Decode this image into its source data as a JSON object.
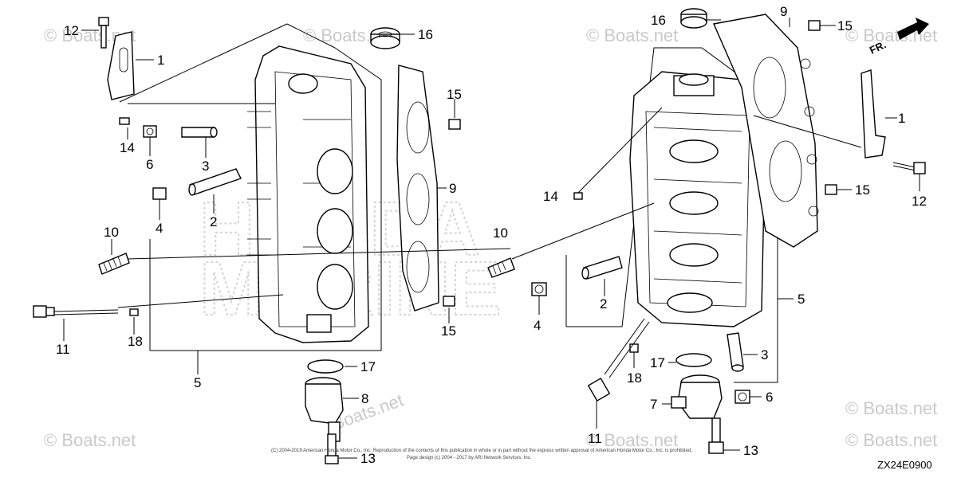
{
  "diagram_code": "ZX24E0900",
  "watermark_text": "© Boats.net",
  "watermark_short": "Boats.net",
  "brand_watermark": [
    "HONDA",
    "MARINE"
  ],
  "direction_marker": "FR.",
  "copyright_line1": "(C) 2004-2019 American Honda Motor Co., Inc. Reproduction of the contents of this publication in whole or in part without the express written approval of American Honda Motor Co., Inc. is prohibited.",
  "copyright_line2": "Page design (c) 2004 - 2017 by ARI Network Services, Inc.",
  "callouts": {
    "L1": "1",
    "L2": "2",
    "L3": "3",
    "L4": "4",
    "L5": "5",
    "L6": "6",
    "L8": "8",
    "L9": "9",
    "L10": "10",
    "L11": "11",
    "L12": "12",
    "L13": "13",
    "L14": "14",
    "L15a": "15",
    "L15b": "15",
    "L16": "16",
    "L17": "17",
    "L18": "18",
    "R1": "1",
    "R2": "2",
    "R3": "3",
    "R4": "4",
    "R5": "5",
    "R6": "6",
    "R7": "7",
    "R9": "9",
    "R10": "10",
    "R11": "11",
    "R12": "12",
    "R13": "13",
    "R14": "14",
    "R15a": "15",
    "R15b": "15",
    "R16": "16",
    "R17": "17",
    "R18": "18"
  }
}
